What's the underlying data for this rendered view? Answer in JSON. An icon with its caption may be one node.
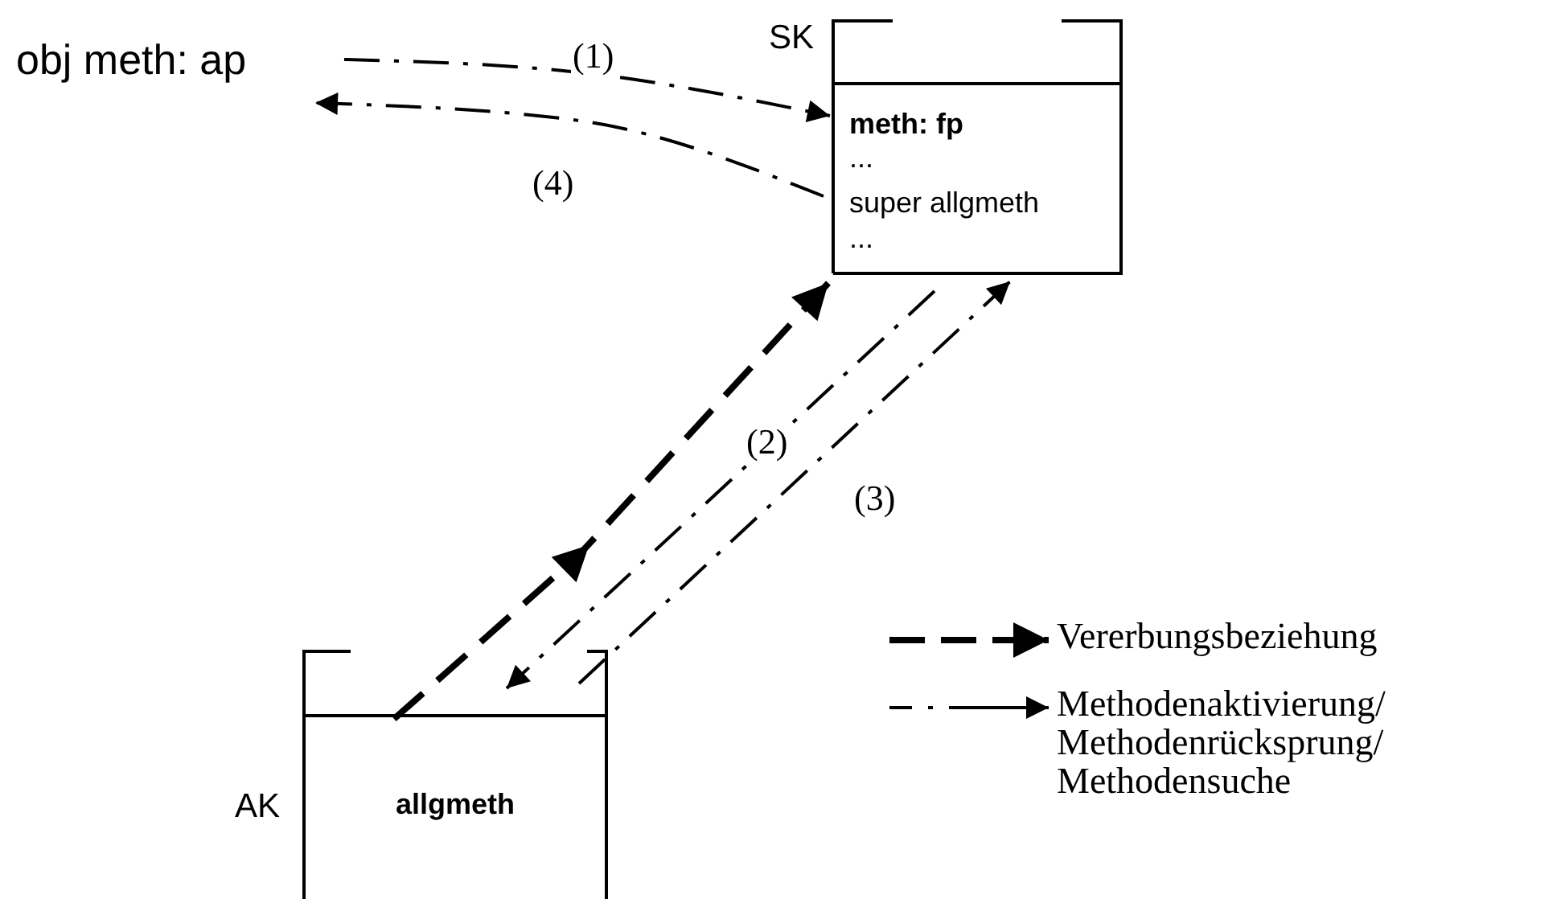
{
  "diagram": {
    "nodes": [
      {
        "text": [
          "obj meth: ap"
        ]
      },
      {
        "text": [
          "SK",
          "meth: fp",
          "...",
          "super allgmeth",
          "..."
        ]
      },
      {
        "text": [
          "AK",
          "allgmeth"
        ]
      }
    ],
    "edges": [
      {
        "from": 0,
        "to": 1,
        "arrow": "to",
        "label": "(1)"
      },
      {
        "from": 1,
        "to": 0,
        "arrow": "to",
        "label": "(4)"
      },
      {
        "from": 2,
        "to": 1,
        "arrow": "to",
        "style": "dashed"
      },
      {
        "from": 1,
        "to": 2,
        "arrow": "to",
        "label": "(2)"
      },
      {
        "from": 2,
        "to": 1,
        "arrow": "to",
        "label": "(3)"
      }
    ],
    "legend": [
      {
        "text": "Vererbungsbeziehung"
      },
      {
        "text": "Methodenaktivierung/ Methodenrücksprung/ Methodensuche"
      }
    ]
  }
}
